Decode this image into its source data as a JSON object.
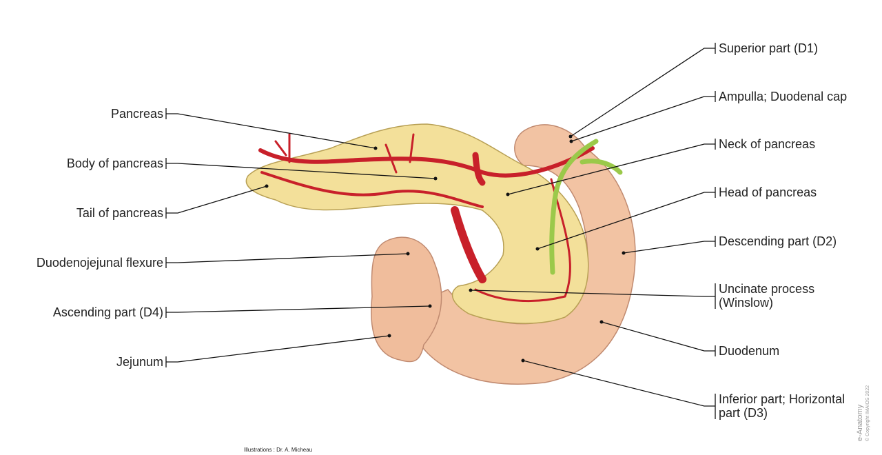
{
  "labels_left": {
    "pancreas": "Pancreas",
    "body": "Body of pancreas",
    "tail": "Tail of pancreas",
    "duodenojejunal": "Duodenojejunal flexure",
    "ascending": "Ascending part (D4)",
    "jejunum": "Jejunum"
  },
  "labels_right": {
    "superior": "Superior part (D1)",
    "ampulla": "Ampulla; Duodenal cap",
    "neck": "Neck of pancreas",
    "head": "Head of pancreas",
    "descending": "Descending part (D2)",
    "uncinate": "Uncinate process (Winslow)",
    "duodenum": "Duodenum",
    "inferior": "Inferior part; Horizontal part (D3)"
  },
  "credit": "Illustrations : Dr. A. Micheau",
  "watermark": {
    "brand": "e-Anatomy",
    "copyright": "© Copyright IMAIOS 2022"
  },
  "colors": {
    "duodenum": "#f2c3a3",
    "pancreas": "#f3e09a",
    "artery": "#c8202a",
    "bile_duct": "#9bc94a"
  }
}
